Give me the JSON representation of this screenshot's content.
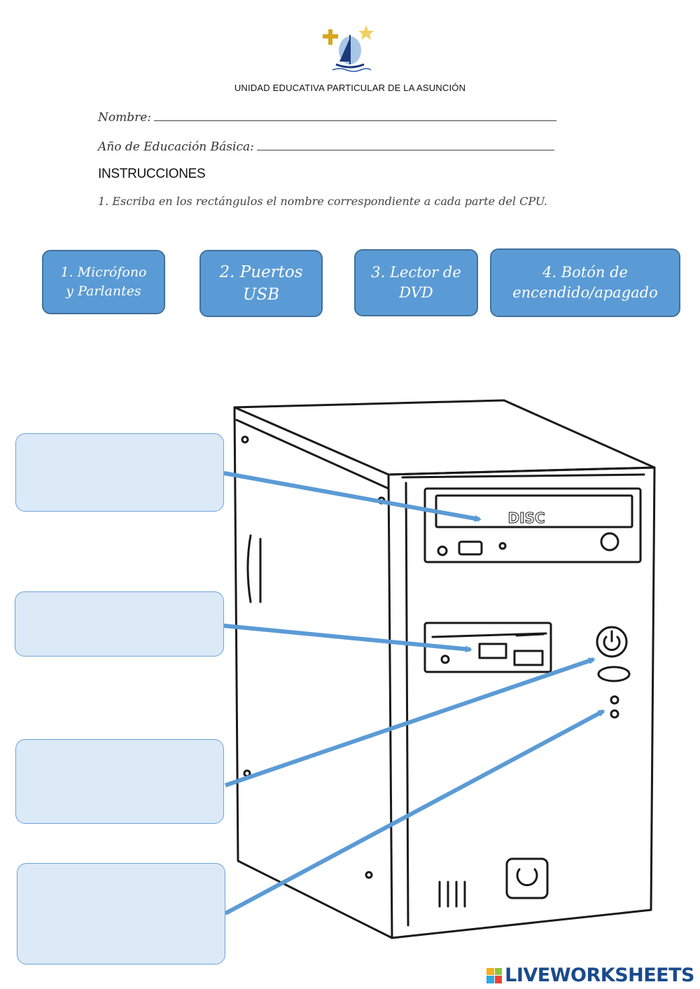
{
  "header": {
    "school_name": "UNIDAD EDUCATIVA PARTICULAR DE LA ASUNCIÓN"
  },
  "form": {
    "name_label": "Nombre:",
    "grade_label": "Año de Educación Básica:"
  },
  "instructions": {
    "heading": "INSTRUCCIONES",
    "item_1": "1.   Escriba en los rectángulos el nombre correspondiente a cada parte del CPU."
  },
  "word_bank": {
    "chip_1_line1": "1. Micrófono",
    "chip_1_line2": "y Parlantes",
    "chip_2_line1": "2. Puertos",
    "chip_2_line2": "USB",
    "chip_3_line1": "3. Lector de",
    "chip_3_line2": "DVD",
    "chip_4_line1": "4. Botón de",
    "chip_4_line2": "encendido/apagado"
  },
  "colors": {
    "chip_fill": "#5b9bd5",
    "answer_fill": "#dce9f7",
    "arrow": "#5b9bd5"
  },
  "footer": {
    "brand": "LIVEWORKSHEETS"
  }
}
